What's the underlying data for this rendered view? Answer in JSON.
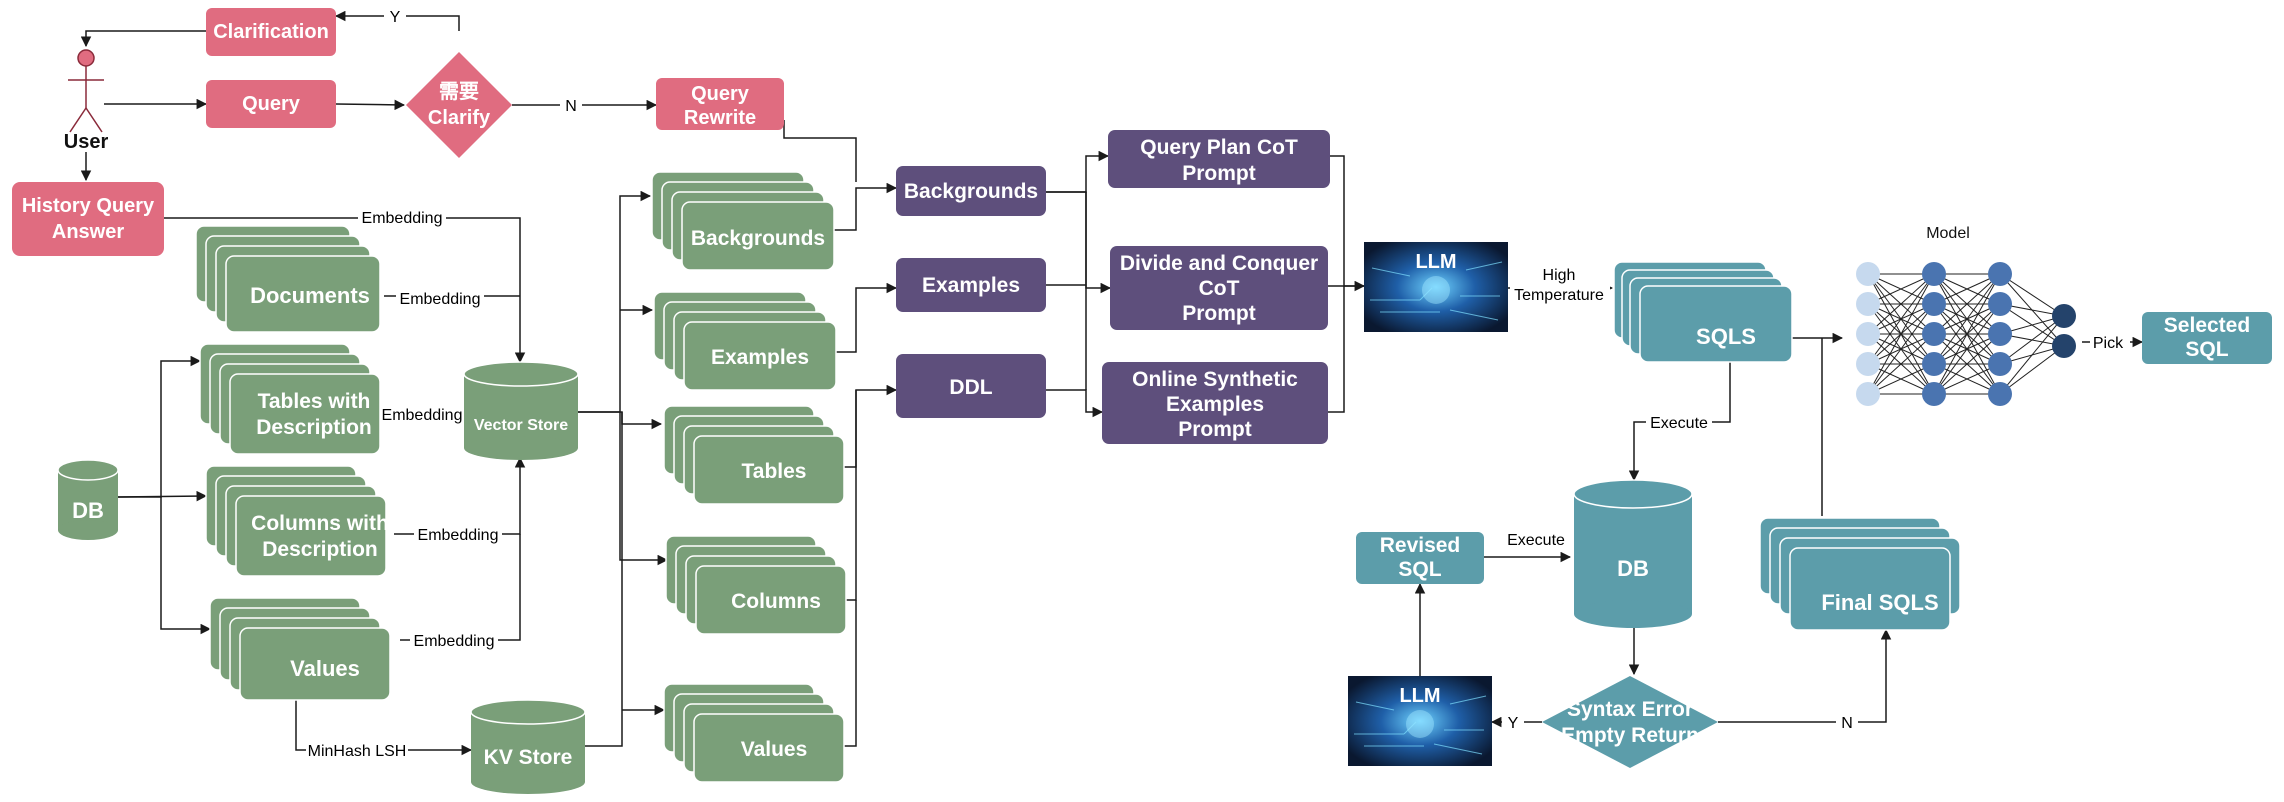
{
  "colors": {
    "pink": "#E06C80",
    "green": "#7A9F79",
    "purple": "#5E4F7C",
    "teal": "#5C9DAA",
    "neuron_light": "#C6D9EE",
    "neuron_mid": "#4A74B0",
    "neuron_dark": "#24436B"
  },
  "user": {
    "label": "User"
  },
  "pink_boxes": {
    "clarification": "Clarification",
    "query": "Query",
    "need_clarify": [
      "需要",
      "Clarify"
    ],
    "query_rewrite": [
      "Query",
      "Rewrite"
    ],
    "history": [
      "History Query",
      "Answer"
    ]
  },
  "sources": {
    "documents": "Documents",
    "tables": [
      "Tables with",
      "Description"
    ],
    "columns": [
      "Columns with",
      "Description"
    ],
    "values": "Values",
    "db": "DB"
  },
  "stores": {
    "vector": "Vector Store",
    "kv": "KV Store"
  },
  "retrieved": {
    "backgrounds": "Backgrounds",
    "examples": "Examples",
    "tables": "Tables",
    "columns": "Columns",
    "values": "Values"
  },
  "context": {
    "backgrounds": "Backgrounds",
    "examples": "Examples",
    "ddl": "DDL"
  },
  "prompts": {
    "query_plan": [
      "Query Plan CoT",
      "Prompt"
    ],
    "divide": [
      "Divide and Conquer",
      "CoT",
      "Prompt"
    ],
    "online": [
      "Online Synthetic",
      "Examples",
      "Prompt"
    ]
  },
  "llm": {
    "label": "LLM"
  },
  "sqls": {
    "sqls": "SQLS",
    "final": "Final SQLS",
    "selected": [
      "Selected",
      "SQL"
    ],
    "revised": [
      "Revised",
      "SQL"
    ],
    "db": "DB",
    "syntax": [
      "Syntax Error",
      "Empty Return"
    ]
  },
  "model": {
    "label": "Model"
  },
  "edge_labels": {
    "y": "Y",
    "n": "N",
    "embedding": "Embedding",
    "minhash": "MinHash LSH",
    "high_temperature": [
      "High",
      "Temperature"
    ],
    "execute": "Execute",
    "pick": "Pick"
  }
}
